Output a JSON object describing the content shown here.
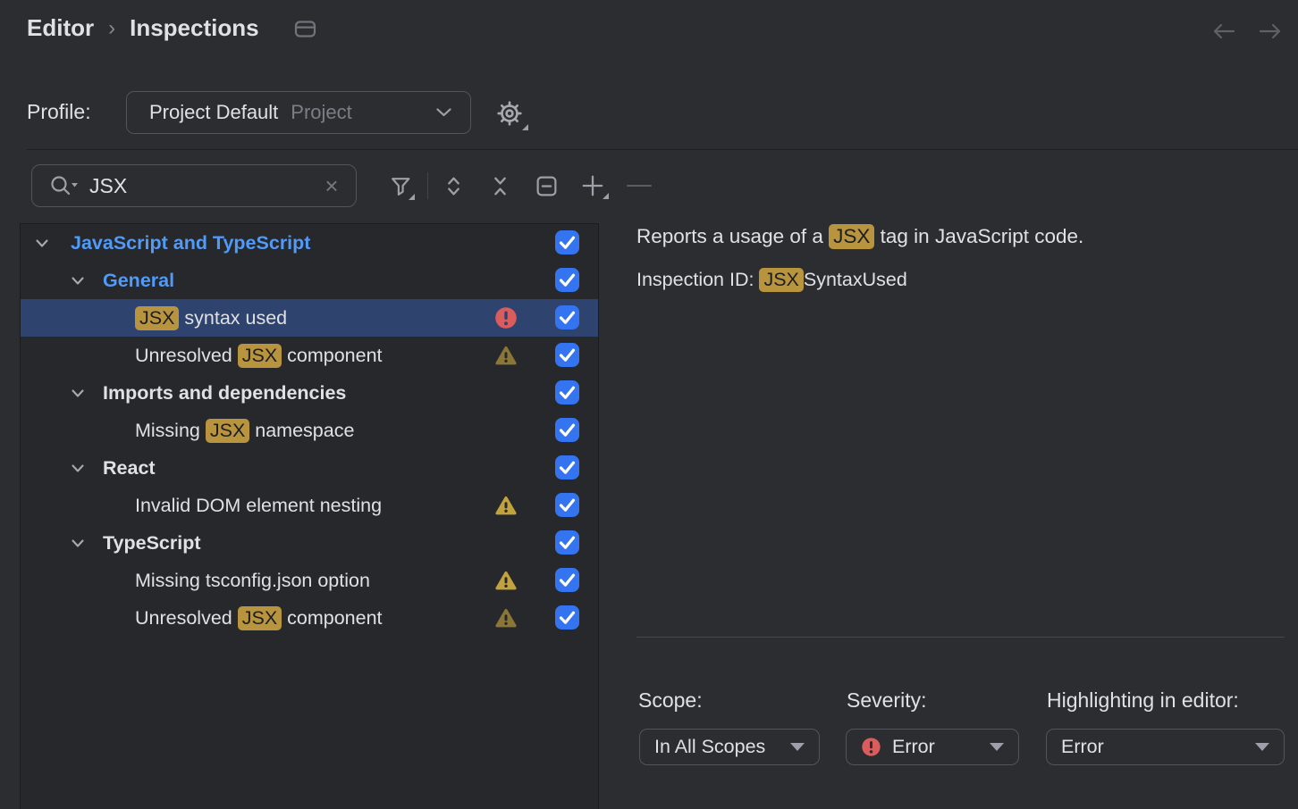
{
  "colors": {
    "accent_blue": "#3574F0",
    "modified_blue": "#529AF7",
    "selection": "#2E436E",
    "highlight_gold": "#B8943F",
    "error_red": "#DB5C5C",
    "warning_yellow": "#C2A23C",
    "warning_dim": "#8A7637"
  },
  "header": {
    "breadcrumb": [
      "Editor",
      "Inspections"
    ],
    "breadcrumb_separator": "›",
    "icons": [
      "history-icon",
      "back-arrow-icon",
      "forward-arrow-icon"
    ]
  },
  "profile": {
    "label": "Profile:",
    "value": "Project Default",
    "value_suffix": "Project",
    "settings_icon": "gear-icon"
  },
  "search": {
    "value": "JSX",
    "icons": [
      "search-icon",
      "clear-icon"
    ]
  },
  "toolbar": {
    "icons": [
      "filter-icon",
      "expand-all-icon",
      "collapse-all-icon",
      "remove-boxed-icon",
      "add-icon",
      "more-dash-icon"
    ]
  },
  "tree": {
    "rows": [
      {
        "level": 0,
        "group": true,
        "modified": true,
        "expanded": true,
        "checked": true,
        "segments": [
          {
            "text": "JavaScript and TypeScript"
          }
        ]
      },
      {
        "level": 1,
        "group": true,
        "modified": true,
        "expanded": true,
        "checked": true,
        "segments": [
          {
            "text": "General"
          }
        ]
      },
      {
        "level": 2,
        "selected": true,
        "severity": "error",
        "checked": true,
        "segments": [
          {
            "text": "JSX",
            "hl": true
          },
          {
            "text": " syntax used"
          }
        ]
      },
      {
        "level": 2,
        "severity": "warning-dim",
        "checked": true,
        "segments": [
          {
            "text": "Unresolved "
          },
          {
            "text": "JSX",
            "hl": true
          },
          {
            "text": " component"
          }
        ]
      },
      {
        "level": 1,
        "group": true,
        "expanded": true,
        "checked": true,
        "segments": [
          {
            "text": "Imports and dependencies"
          }
        ]
      },
      {
        "level": 2,
        "checked": true,
        "segments": [
          {
            "text": "Missing "
          },
          {
            "text": "JSX",
            "hl": true
          },
          {
            "text": " namespace"
          }
        ]
      },
      {
        "level": 1,
        "group": true,
        "expanded": true,
        "checked": true,
        "segments": [
          {
            "text": "React"
          }
        ]
      },
      {
        "level": 2,
        "severity": "warning",
        "checked": true,
        "segments": [
          {
            "text": "Invalid DOM element nesting"
          }
        ]
      },
      {
        "level": 1,
        "group": true,
        "expanded": true,
        "checked": true,
        "segments": [
          {
            "text": "TypeScript"
          }
        ]
      },
      {
        "level": 2,
        "severity": "warning",
        "checked": true,
        "segments": [
          {
            "text": "Missing tsconfig.json option"
          }
        ]
      },
      {
        "level": 2,
        "severity": "warning-dim",
        "checked": true,
        "segments": [
          {
            "text": "Unresolved "
          },
          {
            "text": "JSX",
            "hl": true
          },
          {
            "text": " component"
          }
        ]
      }
    ]
  },
  "details": {
    "description_segments": [
      {
        "text": "Reports a usage of a "
      },
      {
        "text": "JSX",
        "hl": true
      },
      {
        "text": " tag in JavaScript code."
      }
    ],
    "inspection_id_label": "Inspection ID: ",
    "inspection_id_segments": [
      {
        "text": "JSX",
        "hl": true
      },
      {
        "text": "SyntaxUsed"
      }
    ],
    "scope": {
      "label": "Scope:",
      "value": "In All Scopes"
    },
    "severity": {
      "label": "Severity:",
      "value": "Error",
      "icon": "error-severity-icon"
    },
    "highlighting": {
      "label": "Highlighting in editor:",
      "value": "Error"
    }
  }
}
